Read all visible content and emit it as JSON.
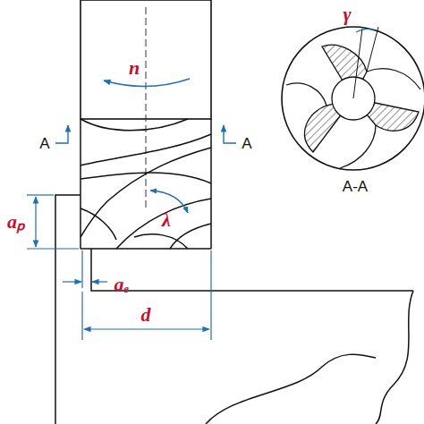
{
  "diagram": {
    "labels": [
      "n",
      "λ",
      "γ",
      "aₚ",
      "aₑ",
      "d",
      "A",
      "A",
      "A-A"
    ]
  }
}
